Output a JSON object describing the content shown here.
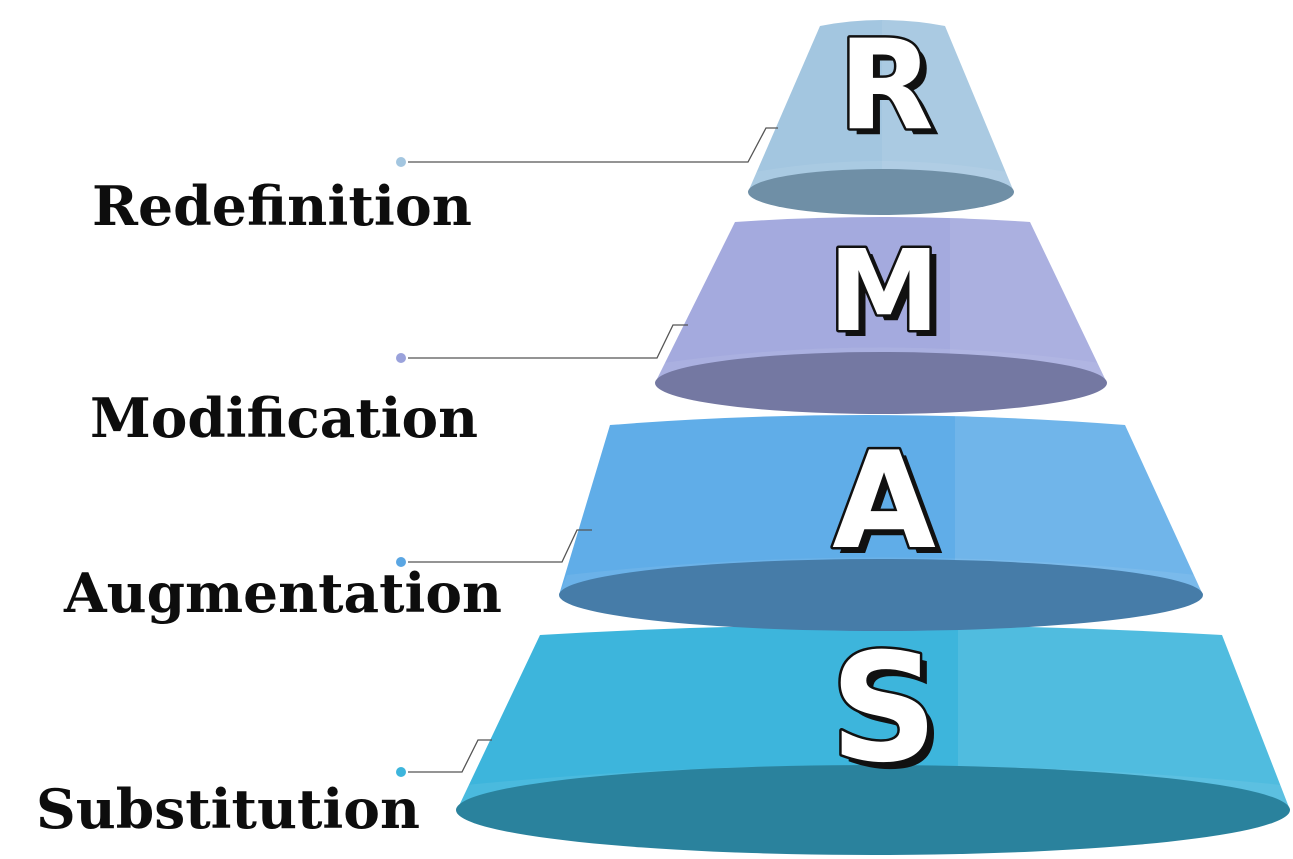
{
  "levels": [
    {
      "letter": "R",
      "label": "Redefinition",
      "color": "#a3c6e0",
      "dark": "#6f8fa6",
      "dot": "#a3c6e0"
    },
    {
      "letter": "M",
      "label": "Modification",
      "color": "#a4aade",
      "dark": "#7478a2",
      "dot": "#9aa2db"
    },
    {
      "letter": "A",
      "label": "Augmentation",
      "color": "#60ade8",
      "dark": "#467ca8",
      "dot": "#5aa6e3"
    },
    {
      "letter": "S",
      "label": "Substitution",
      "color": "#3db5dc",
      "dark": "#2a829d",
      "dot": "#3db5dc"
    }
  ]
}
